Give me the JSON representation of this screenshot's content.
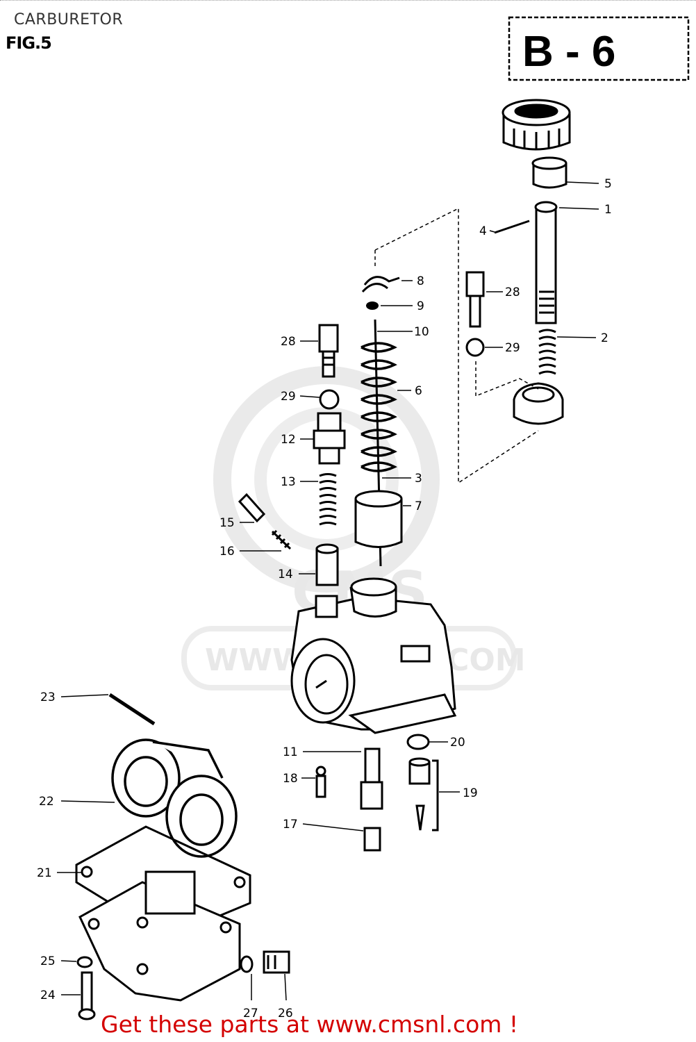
{
  "header": {
    "title": "CARBURETOR",
    "figure": "FIG.5",
    "section_code": "B - 6"
  },
  "watermark": {
    "text": "WWW.CMSNL.COM",
    "logo_text": "CMS"
  },
  "callouts": {
    "c5": "5",
    "c1": "1",
    "c4": "4",
    "c8": "8",
    "c9": "9",
    "c10": "10",
    "c28a": "28",
    "c28b": "28",
    "c2": "2",
    "c29a": "29",
    "c29b": "29",
    "c6": "6",
    "c12": "12",
    "c13": "13",
    "c3": "3",
    "c7": "7",
    "c15": "15",
    "c16": "16",
    "c14": "14",
    "c23": "23",
    "c20": "20",
    "c11": "11",
    "c18": "18",
    "c19": "19",
    "c22": "22",
    "c17": "17",
    "c21": "21",
    "c25": "25",
    "c24": "24",
    "c27": "27",
    "c26": "26"
  },
  "footer": {
    "banner": "Get these parts at www.cmsnl.com !"
  }
}
